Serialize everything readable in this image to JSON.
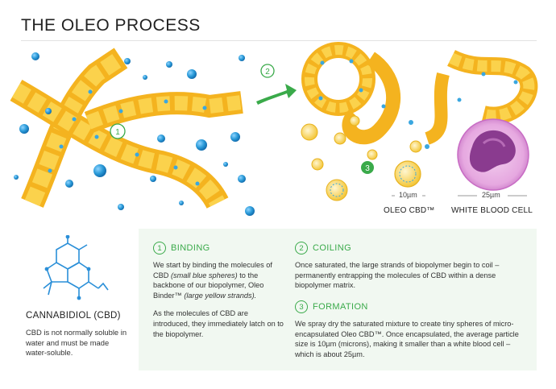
{
  "title": "THE OLEO PROCESS",
  "illustration": {
    "steps": [
      "1",
      "2",
      "3"
    ],
    "size_small": "10µm",
    "size_large": "25µm",
    "caption_left": "OLEO CBD™",
    "caption_right": "WHITE BLOOD CELL"
  },
  "cbd": {
    "title": "CANNABIDIOL (CBD)",
    "text": "CBD is not normally soluble in water and must be made water-soluble."
  },
  "steps": [
    {
      "number": "1",
      "title": "BINDING",
      "p1_a": "We start by binding the molecules of CBD ",
      "p1_em1": "(small blue spheres)",
      "p1_b": " to the backbone of our biopolymer, Oleo Binder™ ",
      "p1_em2": "(large yellow strands).",
      "p2": "As the molecules of CBD are introduced, they immediately latch on to the biopolymer."
    },
    {
      "number": "2",
      "title": "COILING",
      "text": "Once saturated, the large strands of biopolymer begin to coil – permanently entrapping the molecules of CBD within a dense biopolymer matrix."
    },
    {
      "number": "3",
      "title": "FORMATION",
      "text": "We spray dry the saturated mixture to create tiny spheres of micro-encapsulated Oleo CBD™. Once encapsulated, the average particle size is 10µm (microns), making it smaller than a white blood cell – which is about 25µm."
    }
  ],
  "colors": {
    "accent": "#3aaa4a",
    "strand": "#f7c32e",
    "sphere": "#2a9ad8",
    "panel": "#f1f8f1",
    "cell": "#e6a8e0"
  }
}
